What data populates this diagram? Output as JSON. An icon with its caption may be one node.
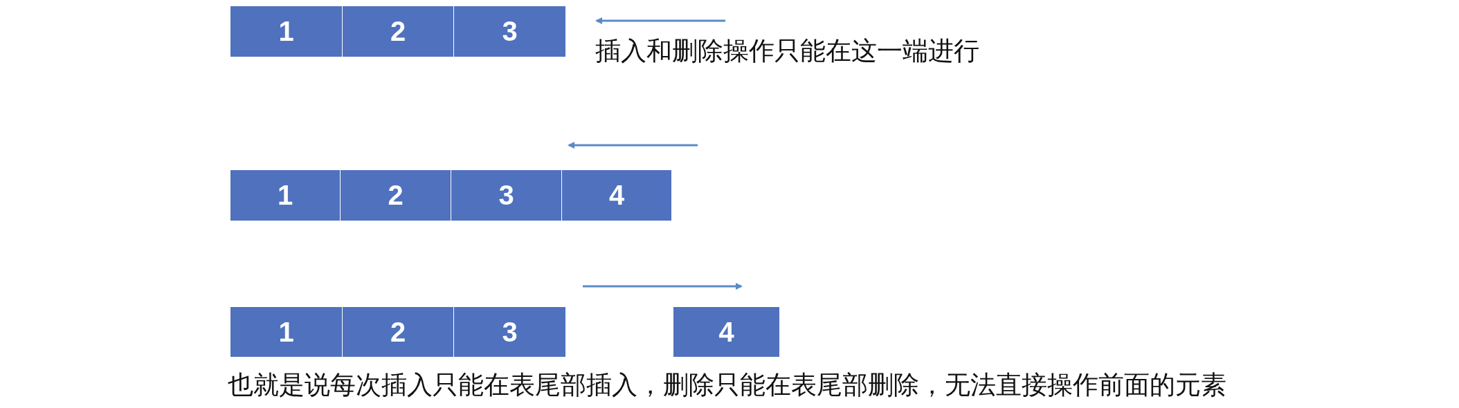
{
  "diagram": {
    "nodes": [
      {
        "text": [
          "1"
        ]
      },
      {
        "text": [
          "2"
        ]
      },
      {
        "text": [
          "3"
        ]
      },
      {
        "text": [
          "1"
        ]
      },
      {
        "text": [
          "2"
        ]
      },
      {
        "text": [
          "3"
        ]
      },
      {
        "text": [
          "4"
        ]
      },
      {
        "text": [
          "1"
        ]
      },
      {
        "text": [
          "2"
        ]
      },
      {
        "text": [
          "3"
        ]
      },
      {
        "text": [
          "4"
        ]
      }
    ],
    "labels": [
      "插入和删除操作只能在这一端进行",
      "也就是说每次插入只能在表尾部插入，删除只能在表尾部删除，无法直接操作前面的元素"
    ]
  }
}
